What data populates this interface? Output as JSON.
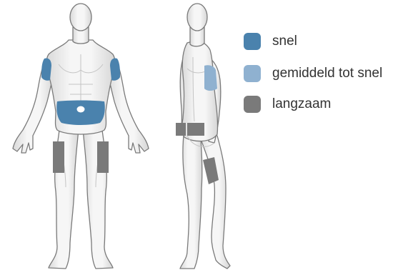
{
  "legend": {
    "items": [
      {
        "label": "snel",
        "color": "#4a82ad"
      },
      {
        "label": "gemiddeld tot snel",
        "color": "#8fb1d0"
      },
      {
        "label": "langzaam",
        "color": "#7a7a7a"
      }
    ]
  },
  "colors": {
    "body_fill": "#eeeeee",
    "body_outline": "#7a7a7a",
    "muscle_line": "#c4c4c4"
  }
}
